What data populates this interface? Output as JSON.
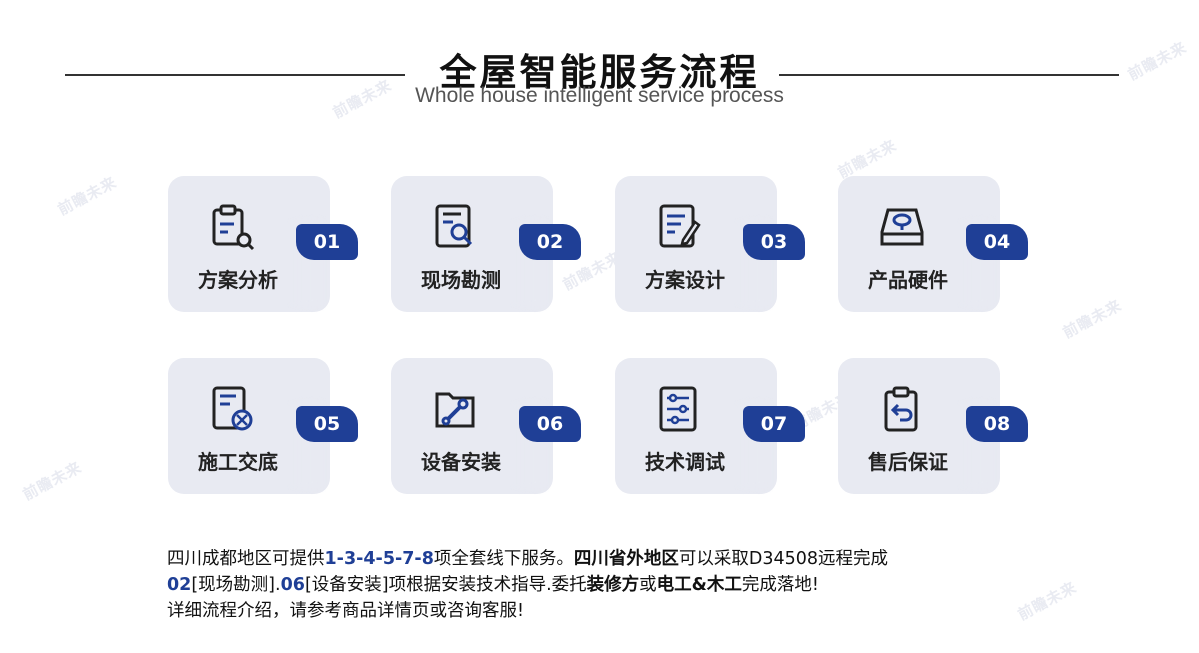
{
  "title": "全屋智能服务流程",
  "subtitle": "Whole house intelligent service process",
  "watermark": "前瞻未来",
  "colors": {
    "accent": "#1f3f96",
    "card_bg": "#e8eaf2"
  },
  "steps": [
    {
      "num": "01",
      "label": "方案分析",
      "icon": "clipboard-search-icon"
    },
    {
      "num": "02",
      "label": "现场勘测",
      "icon": "document-magnifier-icon"
    },
    {
      "num": "03",
      "label": "方案设计",
      "icon": "document-pen-icon"
    },
    {
      "num": "04",
      "label": "产品硬件",
      "icon": "device-box-icon"
    },
    {
      "num": "05",
      "label": "施工交底",
      "icon": "document-tools-icon"
    },
    {
      "num": "06",
      "label": "设备安装",
      "icon": "wrench-icon"
    },
    {
      "num": "07",
      "label": "技术调试",
      "icon": "sliders-panel-icon"
    },
    {
      "num": "08",
      "label": "售后保证",
      "icon": "clipboard-return-icon"
    }
  ],
  "description": {
    "l1_a": "四川成都地区可提供",
    "l1_b": "1-3-4-5-7-8",
    "l1_c": "项全套线下服务。",
    "l1_d": "四川省外地区",
    "l1_e": "可以采取D34508远程完成",
    "l2_a": "02",
    "l2_b": "[现场勘测].",
    "l2_c": "06",
    "l2_d": "[设备安装]项根据安装技术指导.委托",
    "l2_e": "装修方",
    "l2_f": "或",
    "l2_g": "电工&木工",
    "l2_h": "完成落地!",
    "l3": "详细流程介绍，请参考商品详情页或咨询客服!"
  }
}
